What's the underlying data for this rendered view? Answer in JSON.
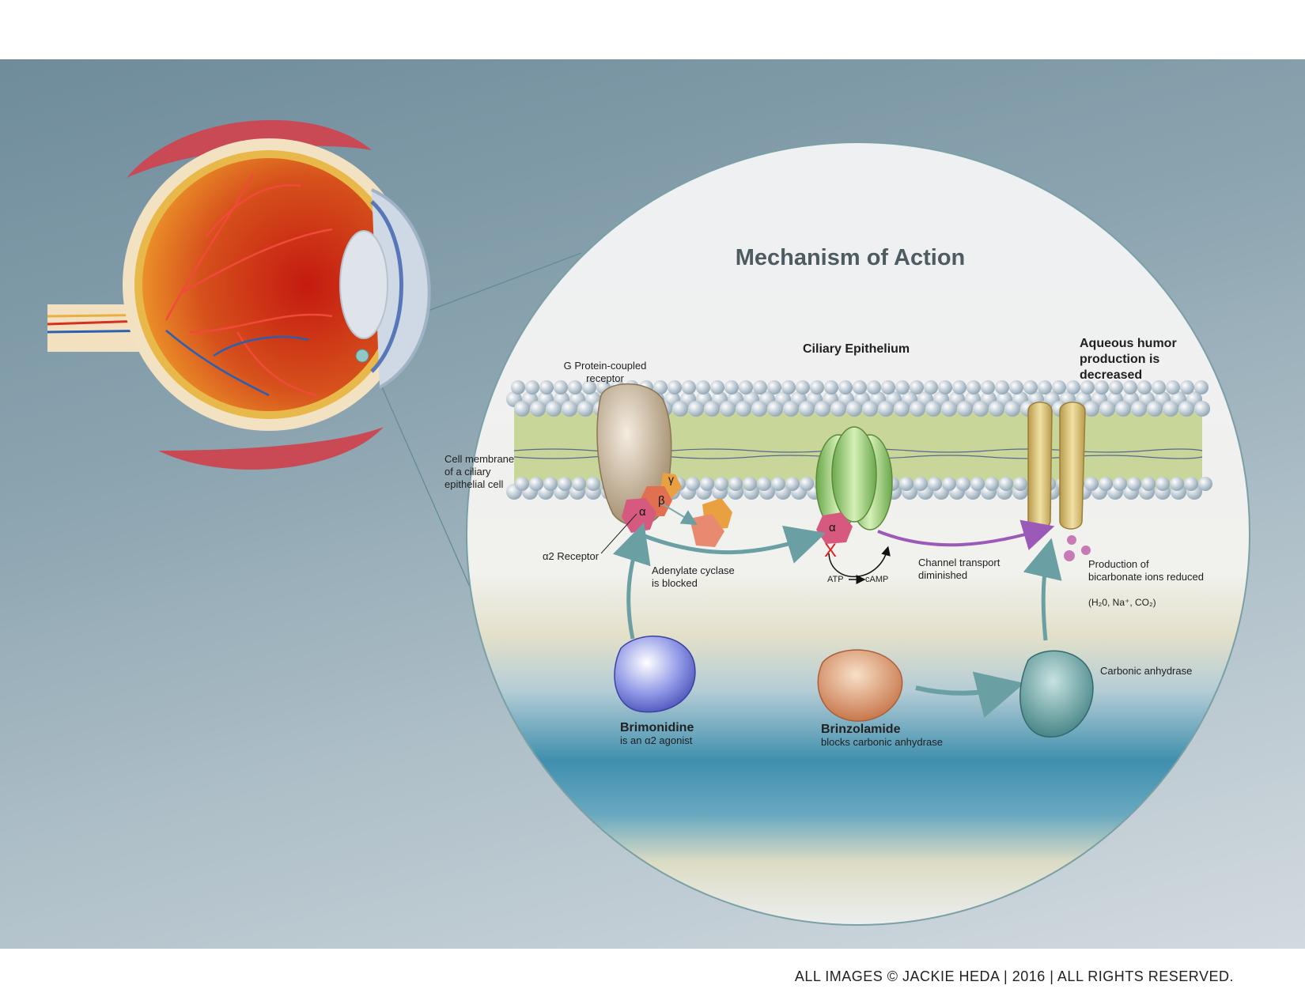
{
  "title": "Mechanism of Action",
  "labels": {
    "ciliary_epithelium": "Ciliary Epithelium",
    "aqueous": [
      "Aqueous humor",
      "production is",
      "decreased"
    ],
    "gpcr": [
      "G Protein-coupled",
      "receptor"
    ],
    "cell_membrane": [
      "Cell membrane",
      "of a ciliary",
      "epithelial cell"
    ],
    "a2_receptor": "α2 Receptor",
    "adenylate": [
      "Adenylate cyclase",
      "is blocked"
    ],
    "atp": "ATP",
    "camp": "cAMP",
    "channel": [
      "Channel transport",
      "diminished"
    ],
    "bicarbonate": [
      "Production of",
      "bicarbonate ions reduced"
    ],
    "formula": "(H₂0, Na⁺, CO₂)",
    "carbonic": "Carbonic anhydrase",
    "subunit_alpha": "α",
    "subunit_beta": "β",
    "subunit_gamma": "γ",
    "x_mark": "X"
  },
  "drugs": {
    "brimonidine": {
      "name": "Brimonidine",
      "desc": "is an α2 agonist"
    },
    "brinzolamide": {
      "name": "Brinzolamide",
      "desc": "blocks carbonic anhydrase"
    }
  },
  "footer": "ALL IMAGES © JACKIE HEDA | 2016 | ALL RIGHTS RESERVED.",
  "colors": {
    "background_top": "#6f8c9b",
    "membrane_head": "#c9d3da",
    "lipid": "#c9d69a",
    "brimonidine": "#5a63c8",
    "brinzolamide": "#d8895a",
    "carbonic_anhydrase": "#4a8f8f",
    "arrow_teal": "#6a9fa3",
    "arrow_purple": "#9b5ab8"
  }
}
